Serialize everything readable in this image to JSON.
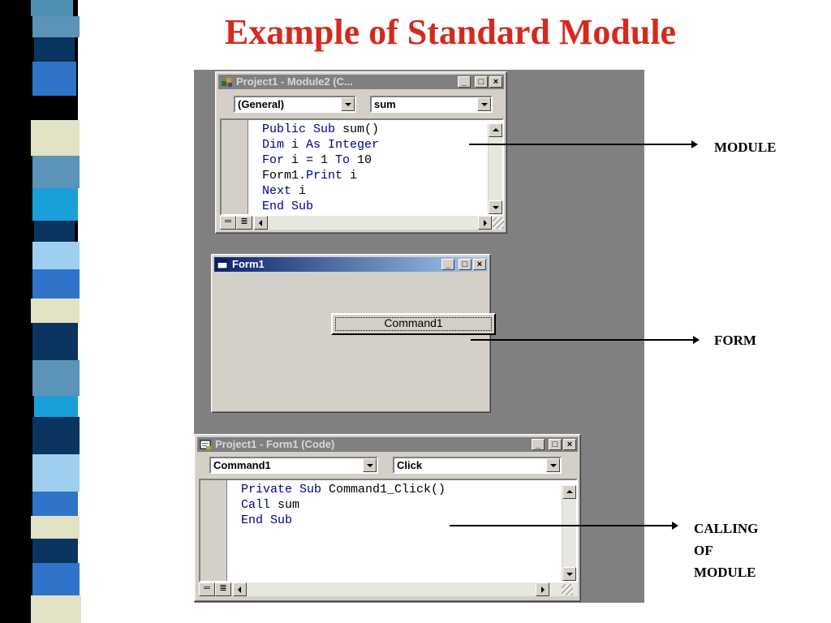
{
  "slide": {
    "title": "Example of Standard Module"
  },
  "module_window": {
    "title": "Project1 - Module2 (C...",
    "object_combo": "(General)",
    "proc_combo": "sum",
    "code": [
      [
        {
          "t": "Public Sub ",
          "k": 1
        },
        {
          "t": "sum()",
          "k": 0
        }
      ],
      [
        {
          "t": "Dim ",
          "k": 1
        },
        {
          "t": "i ",
          "k": 0
        },
        {
          "t": "As Integer",
          "k": 1
        }
      ],
      [
        {
          "t": "For ",
          "k": 1
        },
        {
          "t": "i = 1 ",
          "k": 0
        },
        {
          "t": "To ",
          "k": 1
        },
        {
          "t": "10",
          "k": 0
        }
      ],
      [
        {
          "t": "Form1.",
          "k": 0
        },
        {
          "t": "Print ",
          "k": 1
        },
        {
          "t": "i",
          "k": 0
        }
      ],
      [
        {
          "t": "Next ",
          "k": 1
        },
        {
          "t": "i",
          "k": 0
        }
      ],
      [
        {
          "t": "End Sub",
          "k": 1
        }
      ]
    ]
  },
  "form_window": {
    "title": "Form1",
    "command_button": "Command1"
  },
  "code_window": {
    "title": "Project1 - Form1 (Code)",
    "object_combo": "Command1",
    "proc_combo": "Click",
    "code": [
      [
        {
          "t": "Private Sub ",
          "k": 1
        },
        {
          "t": "Command1_Click()",
          "k": 0
        }
      ],
      [
        {
          "t": "Call ",
          "k": 1
        },
        {
          "t": "sum",
          "k": 0
        }
      ],
      [
        {
          "t": "End Sub",
          "k": 1
        }
      ]
    ]
  },
  "annotations": {
    "module": "MODULE",
    "form": "FORM",
    "calling": [
      "CALLING",
      "OF",
      "MODULE"
    ]
  },
  "window_buttons": {
    "minimize": "_",
    "maximize": "□",
    "close": "×"
  },
  "colors": {
    "title": "#d42a1e",
    "keyword": "#00008b",
    "screenshot_bg": "#808080",
    "window_face": "#d4d0c8"
  }
}
